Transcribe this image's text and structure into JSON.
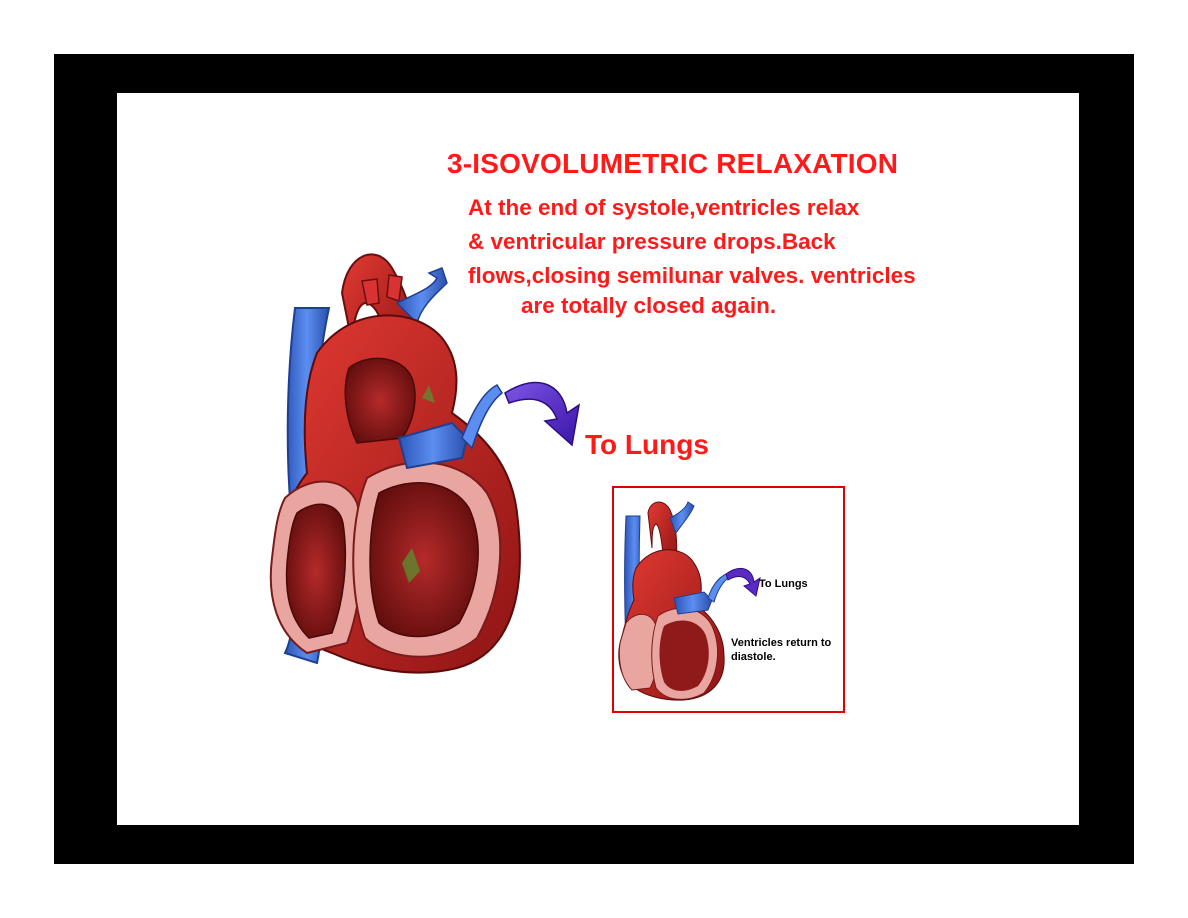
{
  "slide": {
    "title": "3-ISOVOLUMETRIC RELAXATION",
    "description_lines": [
      "At the end of systole,ventricles relax",
      "& ventricular pressure drops.Back",
      "flows,closing semilunar valves. ventricles",
      "are  totally closed again."
    ],
    "arrow_label": "To Lungs"
  },
  "inset": {
    "arrow_label": "To Lungs",
    "caption": "Ventricles return to diastole."
  },
  "colors": {
    "text_red": "#ff1a1a",
    "frame_black": "#000000",
    "vein_blue": "#3a6fd8",
    "muscle_red": "#c0282a",
    "arrow_purple": "#5a2bc4",
    "inset_border": "#e00000"
  }
}
